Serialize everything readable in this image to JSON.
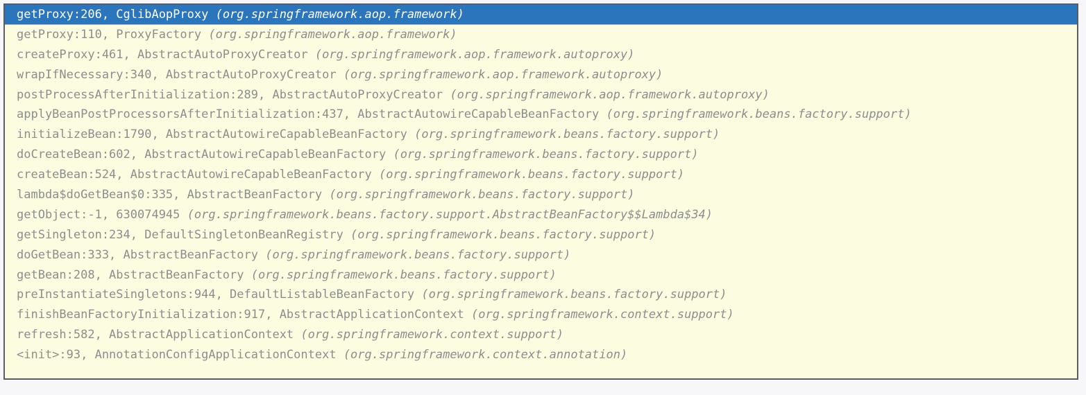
{
  "panel": {
    "name": "stack-trace-frames",
    "background_color": "#fcfce1",
    "border_color": "#5b5b60",
    "text_color": "#8d8d8d",
    "selection_background": "#2a75bb",
    "selection_text_color": "#ffffff",
    "page_background": "#f7f7fa"
  },
  "frames": [
    {
      "location": "getProxy:206, CglibAopProxy ",
      "package": "(org.springframework.aop.framework)",
      "selected": true
    },
    {
      "location": "getProxy:110, ProxyFactory ",
      "package": "(org.springframework.aop.framework)",
      "selected": false
    },
    {
      "location": "createProxy:461, AbstractAutoProxyCreator ",
      "package": "(org.springframework.aop.framework.autoproxy)",
      "selected": false
    },
    {
      "location": "wrapIfNecessary:340, AbstractAutoProxyCreator ",
      "package": "(org.springframework.aop.framework.autoproxy)",
      "selected": false
    },
    {
      "location": "postProcessAfterInitialization:289, AbstractAutoProxyCreator ",
      "package": "(org.springframework.aop.framework.autoproxy)",
      "selected": false
    },
    {
      "location": "applyBeanPostProcessorsAfterInitialization:437, AbstractAutowireCapableBeanFactory ",
      "package": "(org.springframework.beans.factory.support)",
      "selected": false
    },
    {
      "location": "initializeBean:1790, AbstractAutowireCapableBeanFactory ",
      "package": "(org.springframework.beans.factory.support)",
      "selected": false
    },
    {
      "location": "doCreateBean:602, AbstractAutowireCapableBeanFactory ",
      "package": "(org.springframework.beans.factory.support)",
      "selected": false
    },
    {
      "location": "createBean:524, AbstractAutowireCapableBeanFactory ",
      "package": "(org.springframework.beans.factory.support)",
      "selected": false
    },
    {
      "location": "lambda$doGetBean$0:335, AbstractBeanFactory ",
      "package": "(org.springframework.beans.factory.support)",
      "selected": false
    },
    {
      "location": "getObject:-1, 630074945 ",
      "package": "(org.springframework.beans.factory.support.AbstractBeanFactory$$Lambda$34)",
      "selected": false
    },
    {
      "location": "getSingleton:234, DefaultSingletonBeanRegistry ",
      "package": "(org.springframework.beans.factory.support)",
      "selected": false
    },
    {
      "location": "doGetBean:333, AbstractBeanFactory ",
      "package": "(org.springframework.beans.factory.support)",
      "selected": false
    },
    {
      "location": "getBean:208, AbstractBeanFactory ",
      "package": "(org.springframework.beans.factory.support)",
      "selected": false
    },
    {
      "location": "preInstantiateSingletons:944, DefaultListableBeanFactory ",
      "package": "(org.springframework.beans.factory.support)",
      "selected": false
    },
    {
      "location": "finishBeanFactoryInitialization:917, AbstractApplicationContext ",
      "package": "(org.springframework.context.support)",
      "selected": false
    },
    {
      "location": "refresh:582, AbstractApplicationContext ",
      "package": "(org.springframework.context.support)",
      "selected": false
    },
    {
      "location": "<init>:93, AnnotationConfigApplicationContext ",
      "package": "(org.springframework.context.annotation)",
      "selected": false
    }
  ]
}
